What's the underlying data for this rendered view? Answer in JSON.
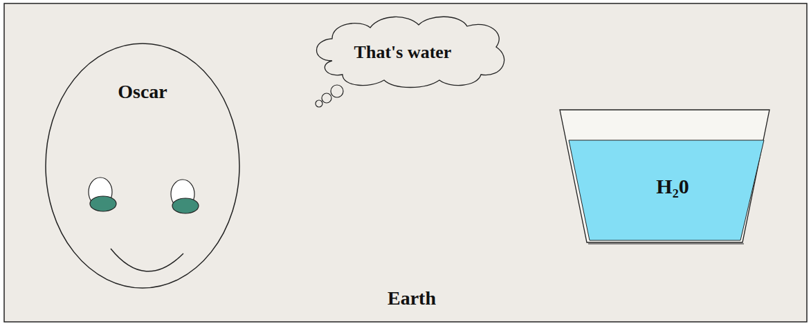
{
  "diagram": {
    "nodes": [
      {
        "text": [
          "Oscar"
        ]
      },
      {
        "text": [
          "That's water"
        ]
      },
      {
        "text": [
          "H₂0"
        ]
      }
    ],
    "labels": [
      "Earth"
    ]
  }
}
